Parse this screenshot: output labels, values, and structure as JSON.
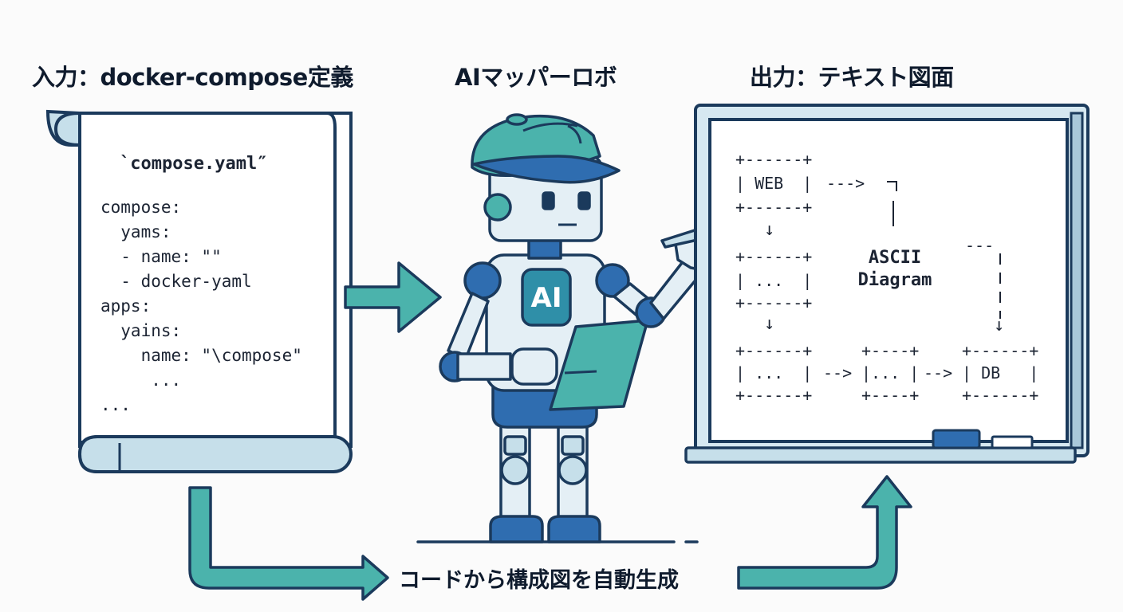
{
  "headings": {
    "input": "入力：docker-compose定義",
    "robot": "AIマッパーロボ",
    "output": "出力：テキスト図面"
  },
  "scroll": {
    "filename": "`compose.yaml″",
    "lines": [
      "compose:",
      "  yams:",
      "  - name: \"\"",
      "  - docker-yaml",
      "apps:",
      "  yains:",
      "    name: \"\\compose\"",
      "     ...",
      "..."
    ]
  },
  "robot": {
    "badge": "AI"
  },
  "board": {
    "ascii": {
      "web_top": "+------+",
      "web_mid": "| WEB  |",
      "web_bot": "+------+",
      "web_arrow": "--->",
      "down1": "↓",
      "b2_top": "+------+",
      "b2_mid": "| ...  |",
      "b2_bot": "+------+",
      "down2": "↓",
      "b3_top": "+------+",
      "b3_mid": "| ...  |",
      "b3_bot": "+------+",
      "arrow_a": "-->",
      "b4_top": "+----+",
      "b4_mid": "|... |",
      "b4_bot": "+----+",
      "arrow_b": "-->",
      "db_top": "+------+",
      "db_mid": "| DB   |",
      "db_bot": "+------+",
      "dash_top": "---",
      "down3": "↓"
    },
    "label": "ASCII\nDiagram"
  },
  "caption": "コードから構成図を自動生成",
  "colors": {
    "outline": "#1b3a5c",
    "teal": "#4bb3ac",
    "light_blue": "#c6dfea",
    "royal_blue": "#2f6db0",
    "board_frame": "#d6e8f1"
  }
}
